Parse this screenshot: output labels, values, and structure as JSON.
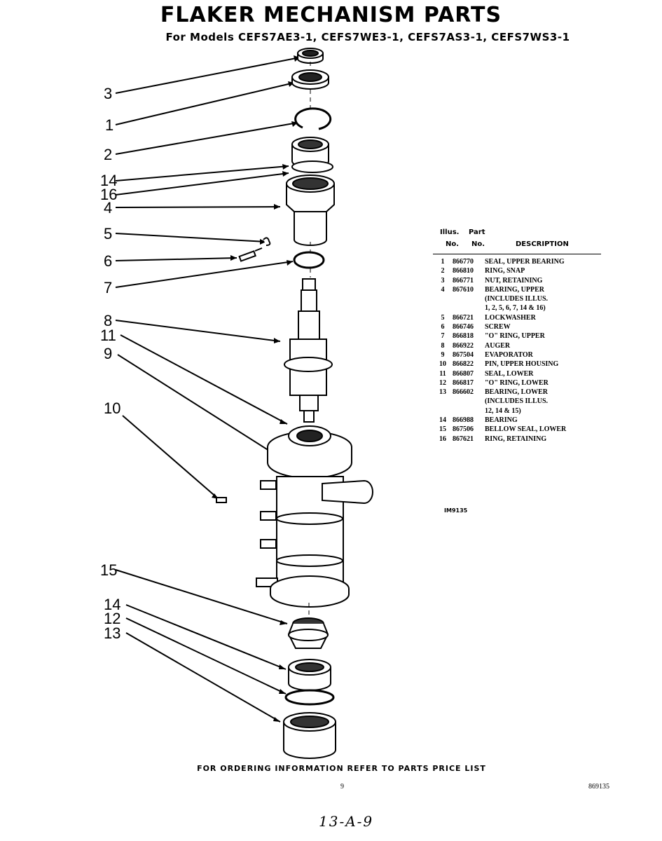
{
  "header": {
    "title": "FLAKER MECHANISM PARTS",
    "subtitle": "For Models CEFS7AE3-1, CEFS7WE3-1, CEFS7AS3-1, CEFS7WS3-1"
  },
  "callouts": [
    "3",
    "1",
    "2",
    "14",
    "16",
    "4",
    "5",
    "6",
    "7",
    "8",
    "11",
    "9",
    "10",
    "15",
    "14",
    "12",
    "13"
  ],
  "table": {
    "header": {
      "illus": "Illus.",
      "part": "Part",
      "no1": "No.",
      "no2": "No.",
      "description": "DESCRIPTION"
    },
    "rows": [
      {
        "no": "1",
        "part": "866770",
        "desc": "SEAL, UPPER BEARING"
      },
      {
        "no": "2",
        "part": "866810",
        "desc": "RING, SNAP"
      },
      {
        "no": "3",
        "part": "866771",
        "desc": "NUT, RETAINING"
      },
      {
        "no": "4",
        "part": "867610",
        "desc": "BEARING, UPPER\n(INCLUDES ILLUS.\n1, 2, 5, 6, 7, 14 & 16)"
      },
      {
        "no": "5",
        "part": "866721",
        "desc": "LOCKWASHER"
      },
      {
        "no": "6",
        "part": "866746",
        "desc": "SCREW"
      },
      {
        "no": "7",
        "part": "866818",
        "desc": "\"O\" RING, UPPER"
      },
      {
        "no": "8",
        "part": "866922",
        "desc": "AUGER"
      },
      {
        "no": "9",
        "part": "867504",
        "desc": "EVAPORATOR"
      },
      {
        "no": "10",
        "part": "866822",
        "desc": "PIN, UPPER HOUSING"
      },
      {
        "no": "11",
        "part": "866807",
        "desc": "SEAL, LOWER"
      },
      {
        "no": "12",
        "part": "866817",
        "desc": "\"O\" RING, LOWER"
      },
      {
        "no": "13",
        "part": "866602",
        "desc": "BEARING, LOWER\n(INCLUDES ILLUS.\n12, 14 & 15)"
      },
      {
        "no": "14",
        "part": "866988",
        "desc": "BEARING"
      },
      {
        "no": "15",
        "part": "867506",
        "desc": "BELLOW SEAL, LOWER"
      },
      {
        "no": "16",
        "part": "867621",
        "desc": "RING, RETAINING"
      }
    ]
  },
  "diagram_code": "IM9135",
  "footer": {
    "ordering": "FOR ORDERING INFORMATION REFER TO PARTS PRICE LIST",
    "page": "9",
    "docnum": "869135",
    "handwritten": "13-A-9"
  }
}
